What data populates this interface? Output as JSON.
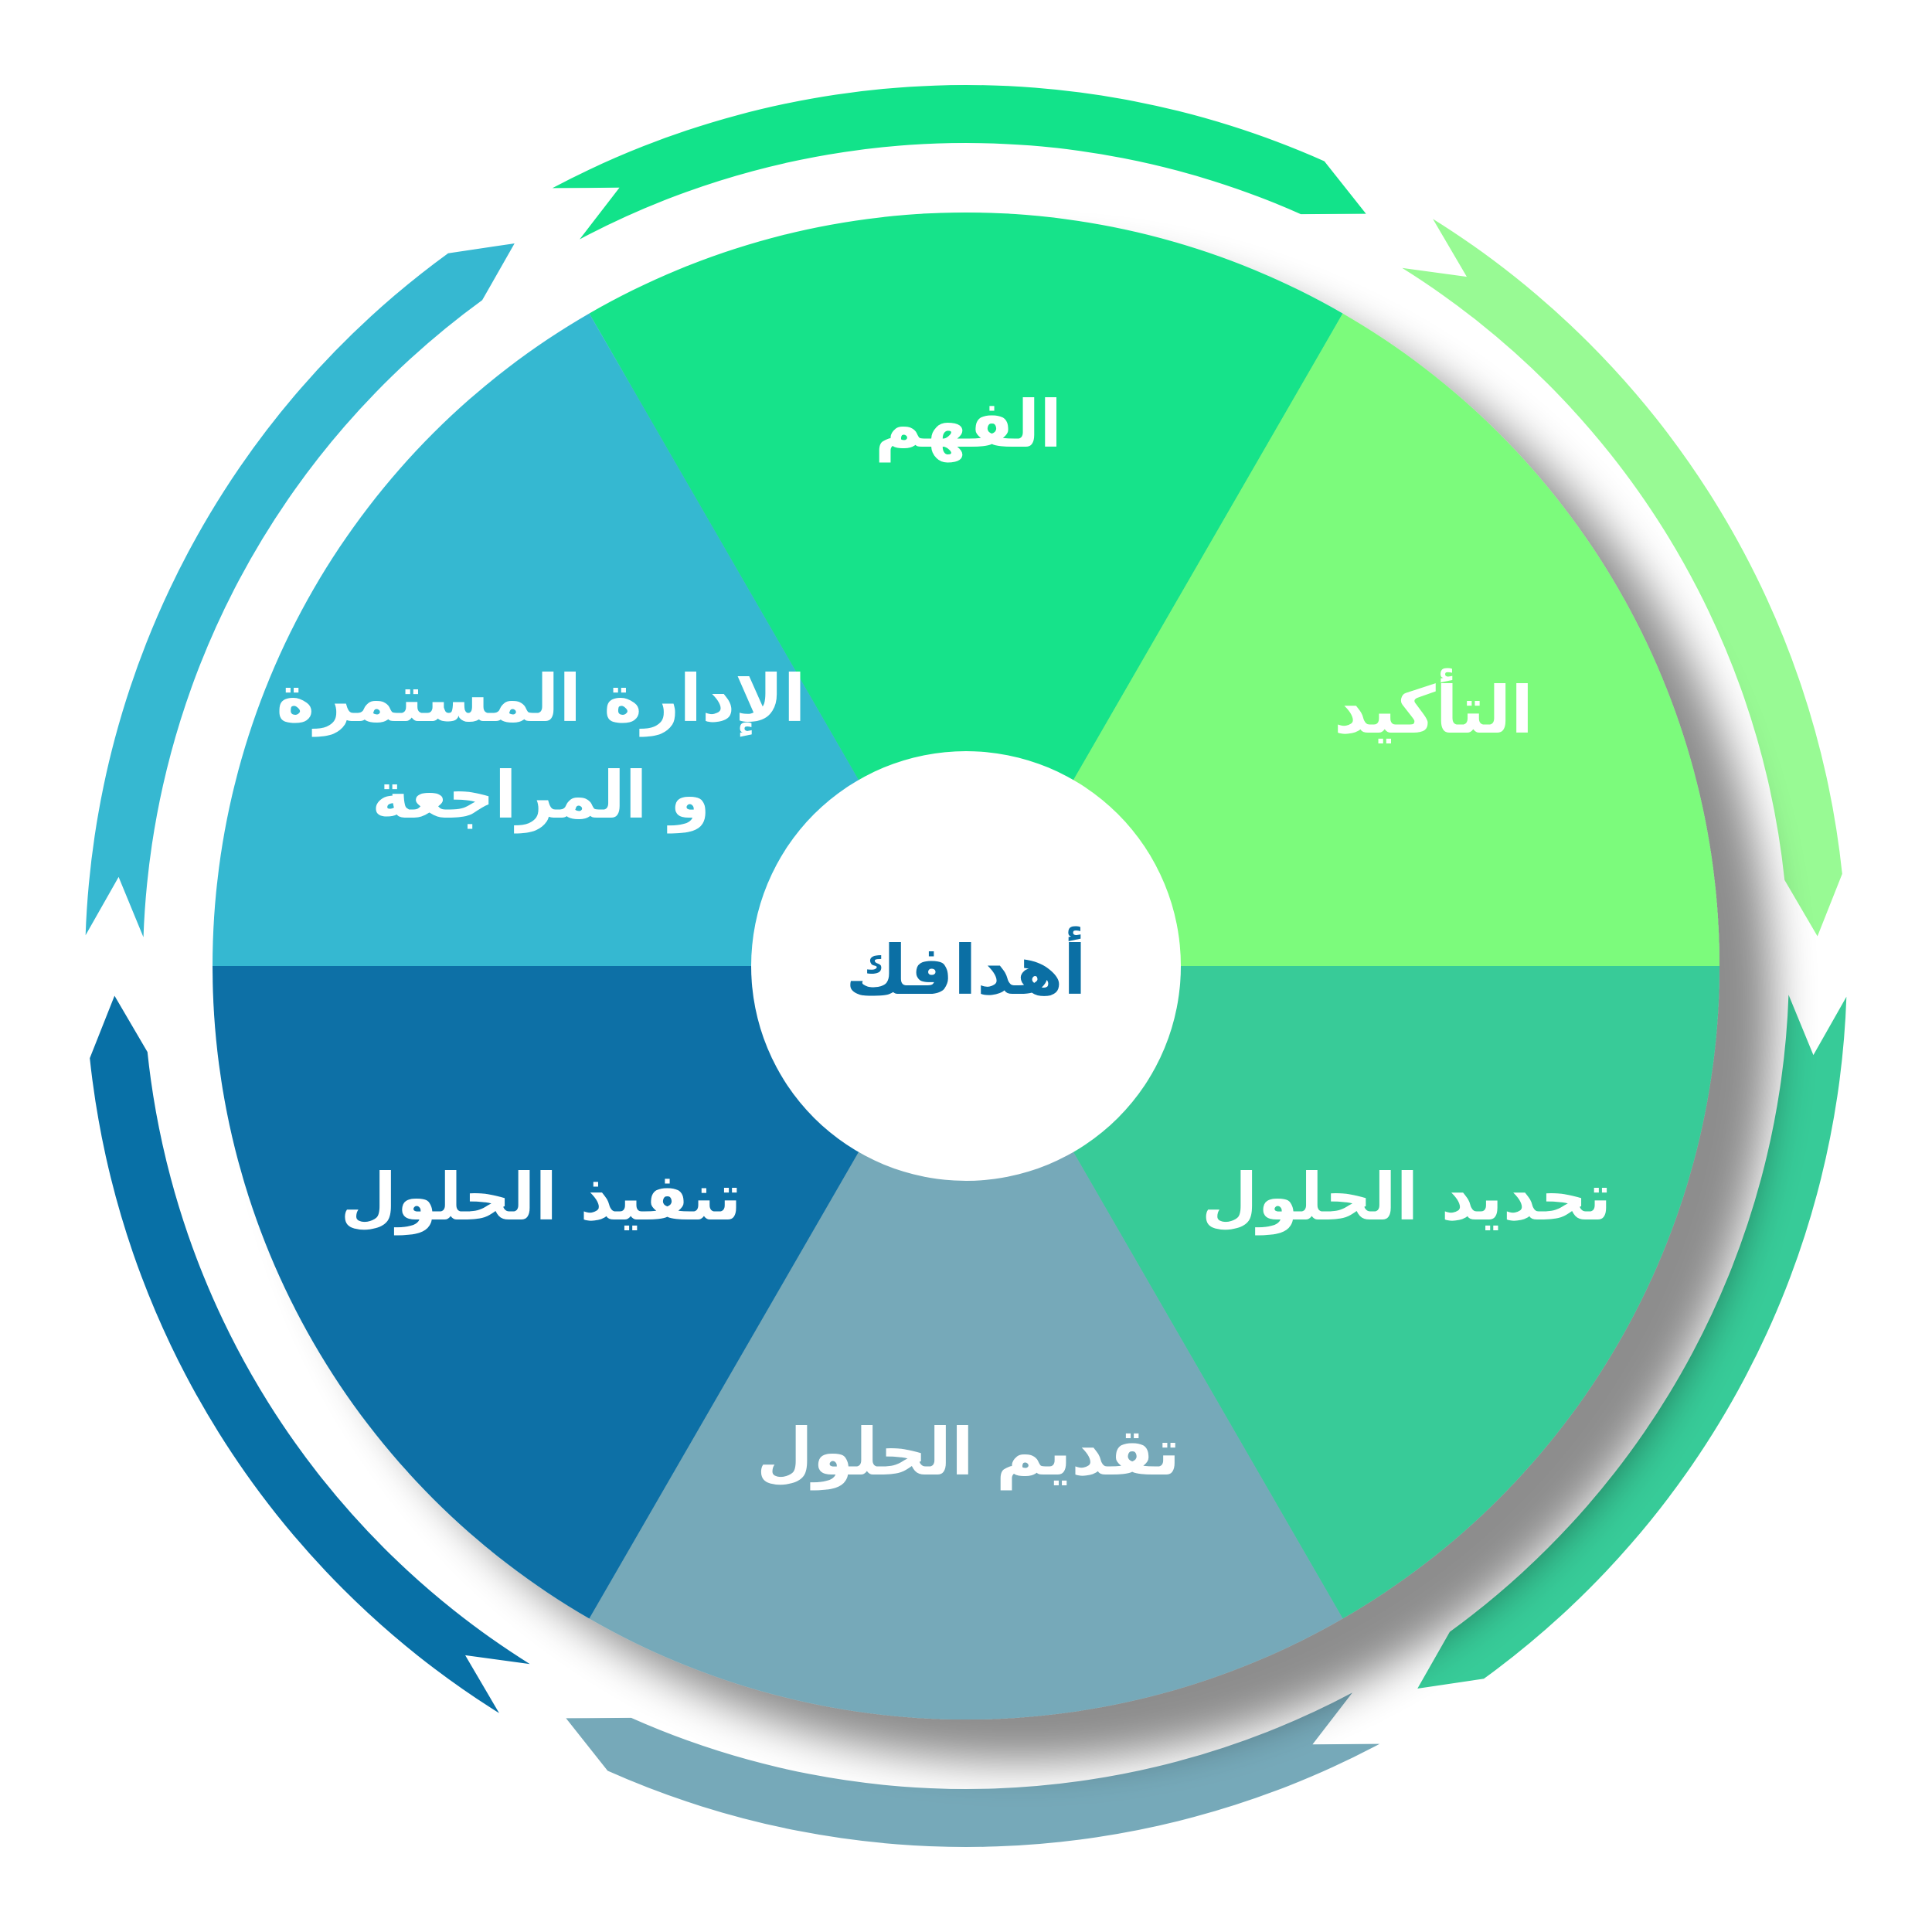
{
  "center": {
    "label": "أهدافك",
    "color": "#0b6fa4"
  },
  "segments": [
    {
      "id": "understanding",
      "label": "الفهم",
      "color": "#12e38a"
    },
    {
      "id": "confirmation",
      "label": "التأكيد",
      "color": "#7cfb7c"
    },
    {
      "id": "identify-solutions",
      "label": "تحديد الحلول",
      "color": "#37cb98"
    },
    {
      "id": "present-solutions",
      "label": "تقديم الحلول",
      "color": "#76a9b9"
    },
    {
      "id": "implement-solutions",
      "label": "تنفيذ الحلول",
      "color": "#0870a6"
    },
    {
      "id": "management-review",
      "label": "الإدارة المستمرة و المراجعة",
      "color": "#36b8d1"
    }
  ],
  "management_review_lines": [
    "الإدارة المستمرة",
    "و المراجعة"
  ],
  "arrows": [
    {
      "id": "top",
      "color": "#12e38a"
    },
    {
      "id": "top-right",
      "color": "#98fa94"
    },
    {
      "id": "bottom-right",
      "color": "#37cb98"
    },
    {
      "id": "bottom",
      "color": "#76a9b9"
    },
    {
      "id": "bottom-left",
      "color": "#0870a6"
    },
    {
      "id": "top-left",
      "color": "#36b8d1"
    }
  ]
}
